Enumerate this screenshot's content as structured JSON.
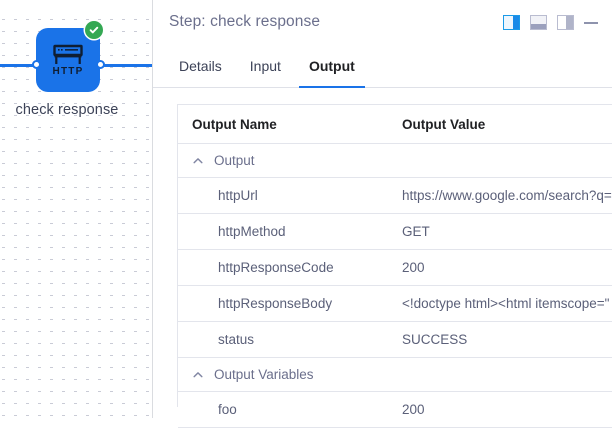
{
  "canvas": {
    "node": {
      "type_label": "HTTP",
      "name": "check response",
      "icon": "http-server-icon",
      "status_badge": "success-check-icon",
      "node_color": "#1a73e8",
      "badge_color": "#34a853"
    },
    "connection_color": "#1a73e8"
  },
  "panel": {
    "header": {
      "title": "Step: check response",
      "actions": [
        {
          "name": "layout-split-right",
          "label": "",
          "active": true
        },
        {
          "name": "layout-dock-bottom",
          "label": "",
          "active": false
        },
        {
          "name": "layout-split-left",
          "label": "",
          "active": false
        },
        {
          "name": "minimize",
          "label": "—",
          "active": false
        }
      ]
    },
    "tabs": [
      {
        "label": "Details",
        "active": false
      },
      {
        "label": "Input",
        "active": false
      },
      {
        "label": "Output",
        "active": true
      }
    ],
    "table": {
      "headers": [
        "Output Name",
        "Output Value"
      ],
      "groups": [
        {
          "label": "Output",
          "expanded": true,
          "chevron": "chevron-up-icon",
          "rows": [
            {
              "name": "httpUrl",
              "value": "https://www.google.com/search?q="
            },
            {
              "name": "httpMethod",
              "value": "GET"
            },
            {
              "name": "httpResponseCode",
              "value": "200"
            },
            {
              "name": "httpResponseBody",
              "value": "<!doctype html><html itemscope=\""
            },
            {
              "name": "status",
              "value": "SUCCESS"
            }
          ]
        },
        {
          "label": "Output Variables",
          "expanded": true,
          "chevron": "chevron-up-icon",
          "rows": [
            {
              "name": "foo",
              "value": "200"
            }
          ]
        }
      ]
    }
  },
  "colors": {
    "accent": "#1a73e8",
    "success": "#34a853",
    "muted_text": "#6b6f8c",
    "body_text": "#5b6079",
    "border": "#e3e5ec"
  }
}
